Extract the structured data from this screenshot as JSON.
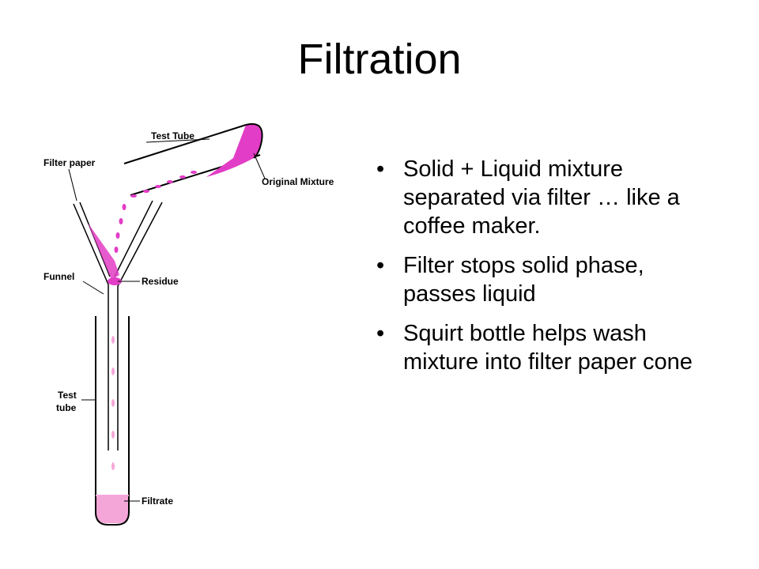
{
  "slide": {
    "title": "Filtration"
  },
  "diagram": {
    "labels": {
      "test_tube_top": "Test Tube",
      "original_mixture": "Original Mixture",
      "filter_paper": "Filter paper",
      "funnel": "Funnel",
      "residue": "Residue",
      "test_tube_line1": "Test",
      "test_tube_line2": "tube",
      "filtrate": "Filtrate"
    },
    "colors": {
      "liquid": "#e23dc6",
      "filtrate": "#f5a6d8",
      "line": "#000000"
    }
  },
  "bullets": [
    "Solid + Liquid mixture separated via filter … like a coffee maker.",
    "Filter stops solid phase, passes liquid",
    "Squirt bottle helps wash mixture into filter paper cone"
  ]
}
